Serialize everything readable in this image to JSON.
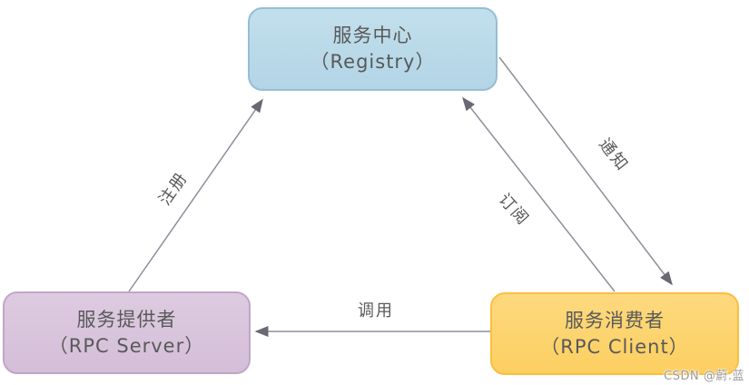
{
  "diagram": {
    "title_implicit": "RPC service discovery architecture",
    "nodes": {
      "registry": {
        "title": "服务中心",
        "subtitle": "（Registry）",
        "fill": "#b8d8e8",
        "border": "#95bed4"
      },
      "provider": {
        "title": "服务提供者",
        "subtitle": "（RPC Server）",
        "fill": "#d8c3db",
        "border": "#c1a6c8"
      },
      "consumer": {
        "title": "服务消费者",
        "subtitle": "（RPC Client）",
        "fill": "#fcd36e",
        "border": "#fbbe3d"
      }
    },
    "edges": [
      {
        "label": "注册",
        "from": "provider",
        "to": "registry"
      },
      {
        "label": "订阅",
        "from": "consumer",
        "to": "registry"
      },
      {
        "label": "通知",
        "from": "registry",
        "to": "consumer"
      },
      {
        "label": "调用",
        "from": "consumer",
        "to": "provider"
      }
    ],
    "colors": {
      "edge_line": "#8b8f9b",
      "edge_arrowhead": "#696973",
      "node_text": "#595959"
    }
  },
  "watermark": "CSDN @蔚.蓝"
}
